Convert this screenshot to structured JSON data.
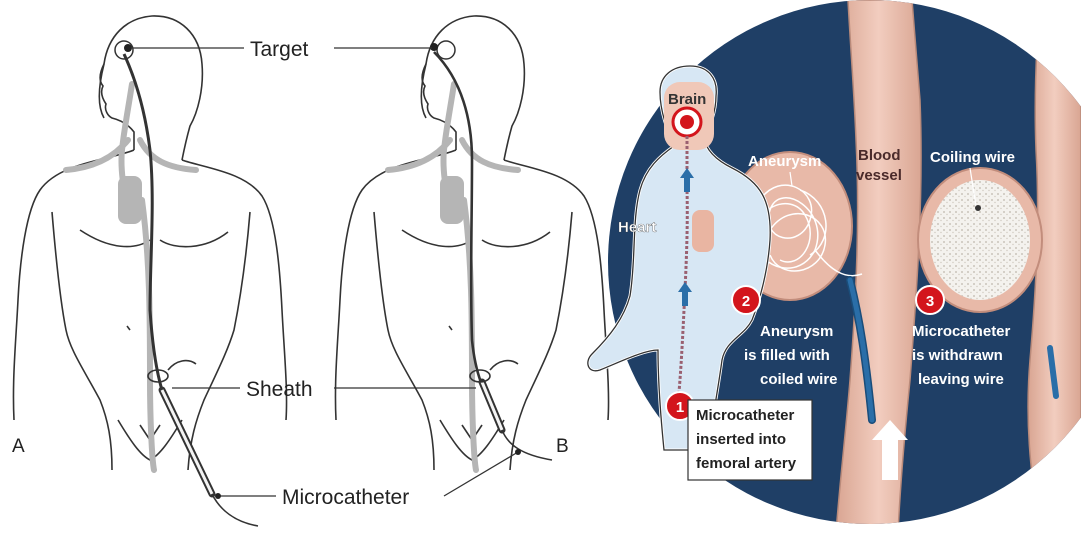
{
  "left_figure": {
    "labels": {
      "target": "Target",
      "sheath": "Sheath",
      "microcatheter": "Microcatheter"
    },
    "panels": [
      "A",
      "B"
    ]
  },
  "right_figure": {
    "labels": {
      "brain": "Brain",
      "heart": "Heart",
      "aneurysm": "Aneurysm",
      "blood_vessel_line1": "Blood",
      "blood_vessel_line2": "vessel",
      "coiling_wire": "Coiling wire"
    },
    "steps": [
      {
        "number": "1",
        "lines": [
          "Microcatheter",
          "inserted into",
          "femoral artery"
        ]
      },
      {
        "number": "2",
        "lines": [
          "Aneurysm",
          "is filled with",
          "coiled wire"
        ]
      },
      {
        "number": "3",
        "lines": [
          "Microcatheter",
          "is withdrawn",
          "leaving wire"
        ]
      }
    ]
  },
  "colors": {
    "navy_background": "#1f3f66",
    "vessel_pink": "#e8b9a8",
    "step_red": "#d3151c",
    "catheter_blue": "#2a6ea8"
  }
}
